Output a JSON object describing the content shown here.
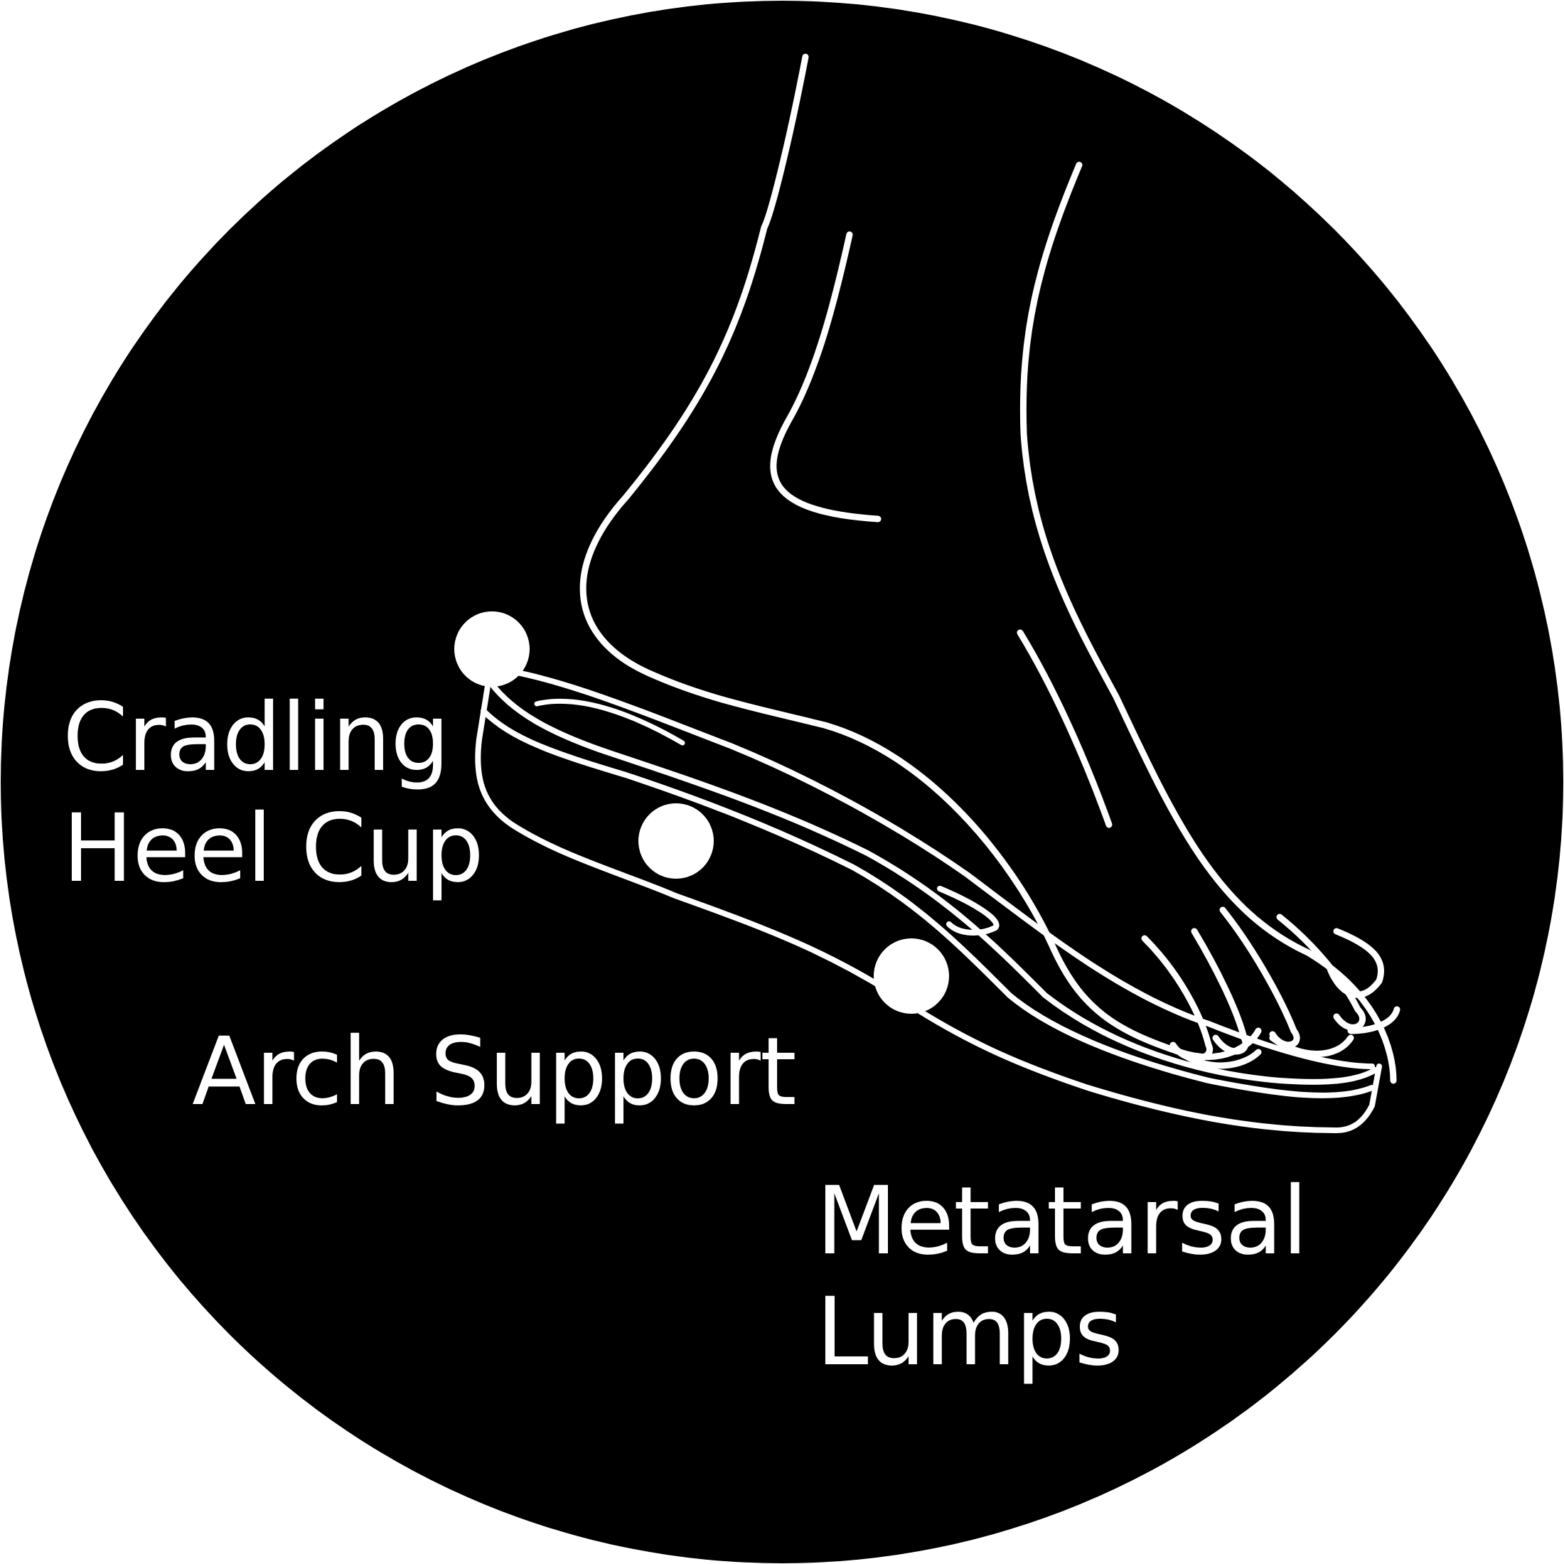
{
  "colors": {
    "background": "#000000",
    "foreground": "#ffffff"
  },
  "labels": {
    "heel_cup": {
      "line1": "Cradling",
      "line2": "Heel Cup"
    },
    "arch_support": {
      "line1": "Arch Support"
    },
    "metatarsal": {
      "line1": "Metatarsal",
      "line2": "Lumps"
    }
  },
  "icons": [
    "foot-illustration-icon",
    "insole-outline-icon",
    "marker-dot-icon"
  ]
}
